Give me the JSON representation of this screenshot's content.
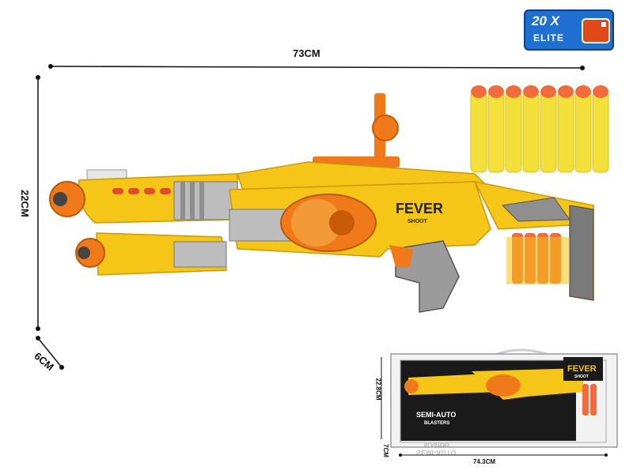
{
  "badge": {
    "count": "20 X",
    "label": "ELITE"
  },
  "dimensions": {
    "length": "73CM",
    "height": "22CM",
    "depth": "6CM"
  },
  "gun": {
    "brand": "FEVER",
    "brand_sub": "SHOOT",
    "dart_count_shown": 8
  },
  "box": {
    "brand": "FEVER",
    "brand_sub": "SHOOT",
    "title_line1": "SEMI-AUTO",
    "title_line2": "BLASTERS",
    "reflection_line1": "SEMI-AUTO",
    "reflection_line2": "BLASTERS",
    "height": "22.8CM",
    "width": "74.3CM",
    "depth": "7CM"
  },
  "colors": {
    "body": "#f5c518",
    "accent": "#f07a1a",
    "dart": "#f3e03a",
    "dart_tip": "#f36a3c",
    "badge": "#1e6fd0"
  }
}
